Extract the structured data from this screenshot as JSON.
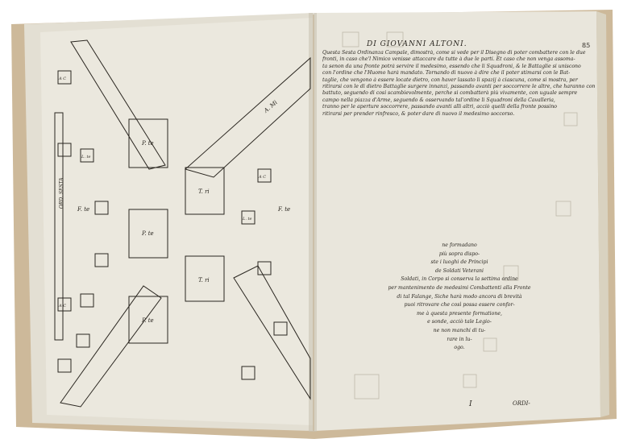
{
  "right_page": {
    "heading": "DI GIOVANNI ALTONI.",
    "page_number": "85",
    "text_lines": [
      "Questa Sesta Ordinanza Campale, dimostrà, come si vede per il Disegno di poter combattere con le due",
      "fronti, in caso che'l Nimico venisse attaccare da tutte à due le parti. Et caso che non venga assoma-",
      "ta senon da una fronte potrà servire il medesimo, essendo che li Squadroni, & le Battaglie si uniscono",
      "con l'ordine che l'Huomo harà mandato. Tornando di nuovo à dire che il poter stimarsi con le Bat-",
      "taglie, che vengono à essere locate dietro, con haver lassato li spazij à ciascuna, come si mostra, per",
      "ritirarsi con le di dietro Battaglie surgere innanzi, passando avanti per soccorrere le altre, che haranno com-",
      "battuto, seguendo di così scambievolmente, perche si combatterà più vivamente, con uguale sempre",
      "campo nella piazza d'Arme, seguendo & osservando tal'ordine li Squadroni della Cavalleria,",
      "tranno per le aperture soccorrere, passando avanti alli altri, acciò quelli della fronte possino",
      "ritirarsi per prender rinfresco, & poter dare di nuovo il medesimo soccorso."
    ],
    "taper_lines": [
      "ne formadano",
      "più sopra dispo-",
      "ste i luoghi de Principi",
      "de Soldati Veterani",
      "Soldati, in Corpo si conserva la settima ordine",
      "per mantenimento de medesimi Combattenti alla Fronte",
      "di tal Falange, Siche harà modo ancora di brevità",
      "puoi ritrovare che così possa essere confor-",
      "me à questa presente formatione,",
      "e sonde, acciò tale Legio-",
      "ne non manchi di tu-",
      "rare in lu-",
      "ogo."
    ],
    "footer_signature": "I",
    "catchword": "ORDI-"
  },
  "left_page": {
    "diagram_labels": {
      "title_side": "ORD. SESTA",
      "front_a": "F. te",
      "front_b": "F. te",
      "principi": "P. te",
      "triarii": "T. ri",
      "cavalry": "A C",
      "light": "L. te",
      "band": "A. Mi"
    }
  },
  "colors": {
    "paper": "#e9e6dc",
    "ink": "#2a2620",
    "cover": "#cdb99a"
  }
}
